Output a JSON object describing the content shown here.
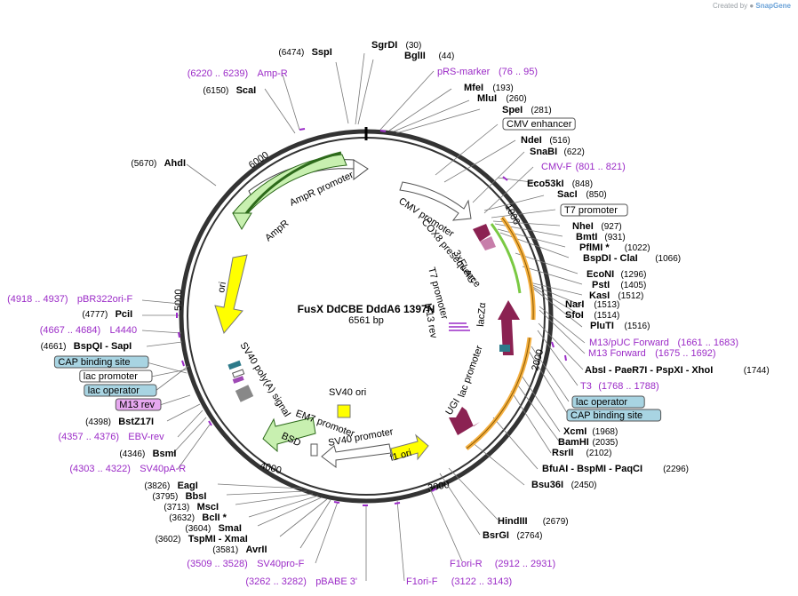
{
  "credit": {
    "prefix": "Created by",
    "brand": "SnapGene"
  },
  "title": "FusX DdCBE DddA6 1397N",
  "length_label": "6561 bp",
  "ticks": [
    "1000",
    "2000",
    "3000",
    "4000",
    "5000",
    "6000"
  ],
  "features": {
    "cmv_promoter": "CMV promoter",
    "cox8": "COX8 presequence",
    "flag": "3xFLAG",
    "t7_promoter": "T7 promoter",
    "m13_rev_inner": "M13 rev",
    "lacza": "lacZα",
    "lac_promoter": "lac promoter",
    "ugi": "UGI",
    "f1_ori": "f1 ori",
    "sv40_ori": "SV40 ori",
    "em7_promoter": "EM7 promoter",
    "sv40_promoter": "SV40 promoter",
    "bsd": "BSD",
    "sv40_polya": "SV40 poly(A) signal",
    "ori": "ori",
    "ampr": "AmpR",
    "ampr_promoter": "AmpR promoter"
  },
  "right_labels": [
    {
      "name": "SgrDI",
      "pos": "(30)",
      "kind": "enzyme"
    },
    {
      "name": "BglII",
      "pos": "(44)",
      "kind": "enzyme"
    },
    {
      "name": "pRS-marker",
      "pos": "(76 .. 95)",
      "kind": "primer"
    },
    {
      "name": "MfeI",
      "pos": "(193)",
      "kind": "enzyme"
    },
    {
      "name": "MluI",
      "pos": "(260)",
      "kind": "enzyme"
    },
    {
      "name": "SpeI",
      "pos": "(281)",
      "kind": "enzyme"
    },
    {
      "name": "CMV enhancer",
      "pos": "",
      "kind": "feature"
    },
    {
      "name": "NdeI",
      "pos": "(516)",
      "kind": "enzyme"
    },
    {
      "name": "SnaBI",
      "pos": "(622)",
      "kind": "enzyme"
    },
    {
      "name": "CMV-F",
      "pos": "(801 .. 821)",
      "kind": "primer"
    },
    {
      "name": "Eco53kI",
      "pos": "(848)",
      "kind": "enzyme"
    },
    {
      "name": "SacI",
      "pos": "(850)",
      "kind": "enzyme"
    },
    {
      "name": "T7 promoter",
      "pos": "",
      "kind": "feature"
    },
    {
      "name": "NheI",
      "pos": "(927)",
      "kind": "enzyme"
    },
    {
      "name": "BmtI",
      "pos": "(931)",
      "kind": "enzyme"
    },
    {
      "name": "PflMI *",
      "pos": "(1022)",
      "kind": "enzyme"
    },
    {
      "name": "BspDI - ClaI",
      "pos": "(1066)",
      "kind": "enzyme"
    },
    {
      "name": "EcoNI",
      "pos": "(1296)",
      "kind": "enzyme"
    },
    {
      "name": "PstI",
      "pos": "(1405)",
      "kind": "enzyme"
    },
    {
      "name": "KasI",
      "pos": "(1512)",
      "kind": "enzyme"
    },
    {
      "name": "NarI",
      "pos": "(1513)",
      "kind": "enzyme"
    },
    {
      "name": "SfoI",
      "pos": "(1514)",
      "kind": "enzyme"
    },
    {
      "name": "PluTI",
      "pos": "(1516)",
      "kind": "enzyme"
    },
    {
      "name": "M13/pUC Forward",
      "pos": "(1661 .. 1683)",
      "kind": "primer"
    },
    {
      "name": "M13 Forward",
      "pos": "(1675 .. 1692)",
      "kind": "primer"
    },
    {
      "name": "AbsI - PaeR7I - PspXI - XhoI",
      "pos": "(1744)",
      "kind": "enzyme"
    },
    {
      "name": "T3",
      "pos": "(1768 .. 1788)",
      "kind": "primer"
    },
    {
      "name": "lac operator",
      "pos": "",
      "kind": "feature_blue"
    },
    {
      "name": "CAP binding site",
      "pos": "",
      "kind": "feature_blue"
    },
    {
      "name": "XcmI",
      "pos": "(1968)",
      "kind": "enzyme"
    },
    {
      "name": "BamHI",
      "pos": "(2035)",
      "kind": "enzyme"
    },
    {
      "name": "RsrII",
      "pos": "(2102)",
      "kind": "enzyme"
    },
    {
      "name": "BfuAI - BspMI - PaqCI",
      "pos": "(2296)",
      "kind": "enzyme"
    },
    {
      "name": "Bsu36I",
      "pos": "(2450)",
      "kind": "enzyme"
    },
    {
      "name": "HindIII",
      "pos": "(2679)",
      "kind": "enzyme"
    },
    {
      "name": "BsrGI",
      "pos": "(2764)",
      "kind": "enzyme"
    },
    {
      "name": "F1ori-R",
      "pos": "(2912 .. 2931)",
      "kind": "primer"
    },
    {
      "name": "F1ori-F",
      "pos": "(3122 .. 3143)",
      "kind": "primer"
    }
  ],
  "left_labels": [
    {
      "name": "SspI",
      "pos": "(6474)",
      "kind": "enzyme"
    },
    {
      "name": "Amp-R",
      "pos": "(6220 .. 6239)",
      "kind": "primer"
    },
    {
      "name": "ScaI",
      "pos": "(6150)",
      "kind": "enzyme"
    },
    {
      "name": "AhdI",
      "pos": "(5670)",
      "kind": "enzyme"
    },
    {
      "name": "pBR322ori-F",
      "pos": "(4918 .. 4937)",
      "kind": "primer"
    },
    {
      "name": "PciI",
      "pos": "(4777)",
      "kind": "enzyme"
    },
    {
      "name": "L4440",
      "pos": "(4667 .. 4684)",
      "kind": "primer"
    },
    {
      "name": "BspQI - SapI",
      "pos": "(4661)",
      "kind": "enzyme"
    },
    {
      "name": "CAP binding site",
      "pos": "",
      "kind": "feature_blue"
    },
    {
      "name": "lac promoter",
      "pos": "",
      "kind": "feature"
    },
    {
      "name": "lac operator",
      "pos": "",
      "kind": "feature_blue"
    },
    {
      "name": "M13 rev",
      "pos": "",
      "kind": "feature_pink"
    },
    {
      "name": "BstZ17I",
      "pos": "(4398)",
      "kind": "enzyme"
    },
    {
      "name": "EBV-rev",
      "pos": "(4357 .. 4376)",
      "kind": "primer"
    },
    {
      "name": "BsmI",
      "pos": "(4346)",
      "kind": "enzyme"
    },
    {
      "name": "SV40pA-R",
      "pos": "(4303 .. 4322)",
      "kind": "primer"
    },
    {
      "name": "EagI",
      "pos": "(3826)",
      "kind": "enzyme"
    },
    {
      "name": "BbsI",
      "pos": "(3795)",
      "kind": "enzyme"
    },
    {
      "name": "MscI",
      "pos": "(3713)",
      "kind": "enzyme"
    },
    {
      "name": "BclI *",
      "pos": "(3632)",
      "kind": "enzyme"
    },
    {
      "name": "SmaI",
      "pos": "(3604)",
      "kind": "enzyme"
    },
    {
      "name": "TspMI - XmaI",
      "pos": "(3602)",
      "kind": "enzyme"
    },
    {
      "name": "AvrII",
      "pos": "(3581)",
      "kind": "enzyme"
    },
    {
      "name": "SV40pro-F",
      "pos": "(3509 .. 3528)",
      "kind": "primer"
    },
    {
      "name": "pBABE 3'",
      "pos": "(3262 .. 3282)",
      "kind": "primer"
    }
  ]
}
